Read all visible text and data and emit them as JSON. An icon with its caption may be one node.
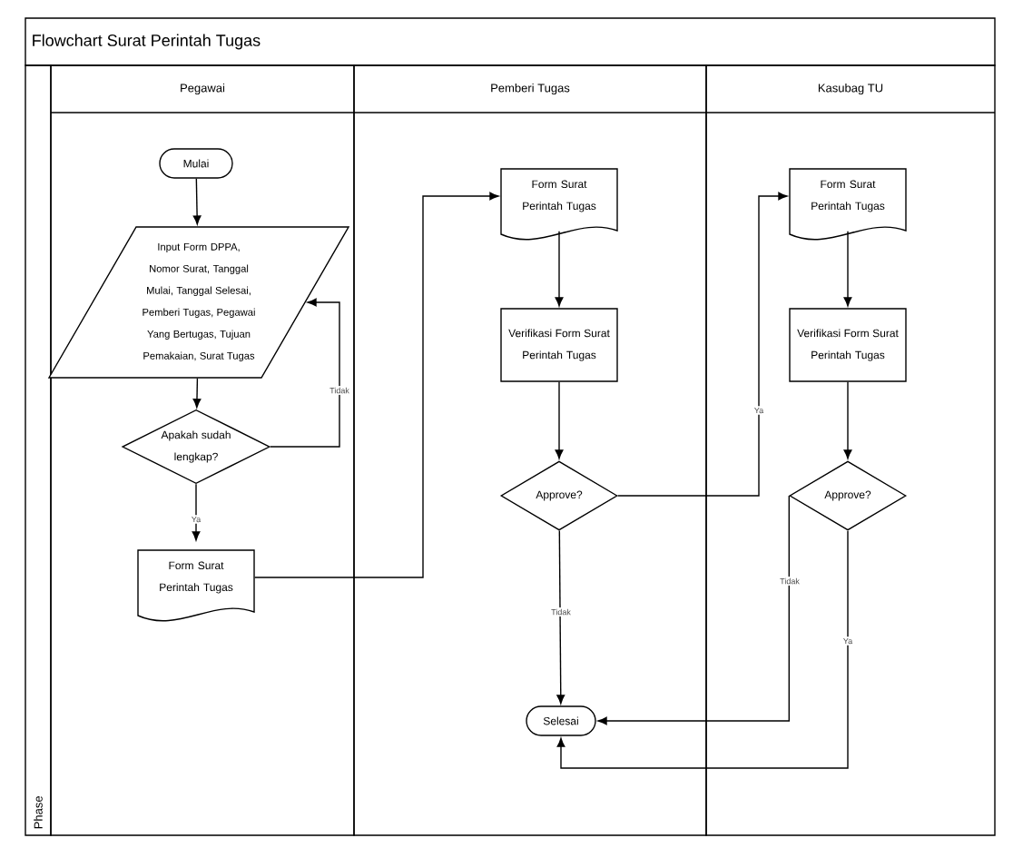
{
  "diagram": {
    "title": "Flowchart Surat Perintah Tugas",
    "nodes": [
      {
        "text": [
          "Pegawai"
        ]
      },
      {
        "text": [
          "Pemberi Tugas"
        ]
      },
      {
        "text": [
          "Kasubag TU"
        ]
      },
      {
        "text": [
          "Phase"
        ]
      },
      {
        "text": [
          "Mulai"
        ],
        "in": 0
      },
      {
        "text": [
          "Input Form DPPA, Nomor Surat, Tanggal Mulai, Tanggal Selesai, Pemberi Tugas, Pegawai Yang Bertugas, Tujuan Pemakaian, Surat Tugas"
        ],
        "in": 0
      },
      {
        "text": [
          "Apakah sudah lengkap?"
        ],
        "in": 0
      },
      {
        "text": [
          "Form Surat Perintah Tugas"
        ],
        "in": 0
      },
      {
        "text": [
          "Form Surat Perintah Tugas"
        ],
        "in": 1
      },
      {
        "text": [
          "Verifikasi Form Surat Perintah Tugas"
        ],
        "in": 1
      },
      {
        "text": [
          "Approve?"
        ],
        "in": 1
      },
      {
        "text": [
          "Form Surat Perintah Tugas"
        ],
        "in": 2
      },
      {
        "text": [
          "Verifikasi Form Surat Perintah Tugas"
        ],
        "in": 2
      },
      {
        "text": [
          "Approve?"
        ],
        "in": 2
      },
      {
        "text": [
          "Selesai"
        ],
        "in": 1
      }
    ],
    "edges": [
      {
        "from": 4,
        "to": 5,
        "arrow": "to"
      },
      {
        "from": 5,
        "to": 6,
        "arrow": "to"
      },
      {
        "from": 6,
        "to": 5,
        "arrow": "to",
        "label": "Tidak"
      },
      {
        "from": 6,
        "to": 7,
        "arrow": "to",
        "label": "Ya"
      },
      {
        "from": 7,
        "to": 8,
        "arrow": "to"
      },
      {
        "from": 8,
        "to": 9,
        "arrow": "to"
      },
      {
        "from": 9,
        "to": 10,
        "arrow": "to"
      },
      {
        "from": 10,
        "to": 14,
        "arrow": "to",
        "label": "Tidak"
      },
      {
        "from": 10,
        "to": 11,
        "arrow": "to",
        "label": "Ya"
      },
      {
        "from": 11,
        "to": 12,
        "arrow": "to"
      },
      {
        "from": 12,
        "to": 13,
        "arrow": "to"
      },
      {
        "from": 13,
        "to": 14,
        "arrow": "to",
        "label": "Tidak"
      },
      {
        "from": 13,
        "to": 14,
        "arrow": "to",
        "label": "Ya"
      }
    ]
  }
}
